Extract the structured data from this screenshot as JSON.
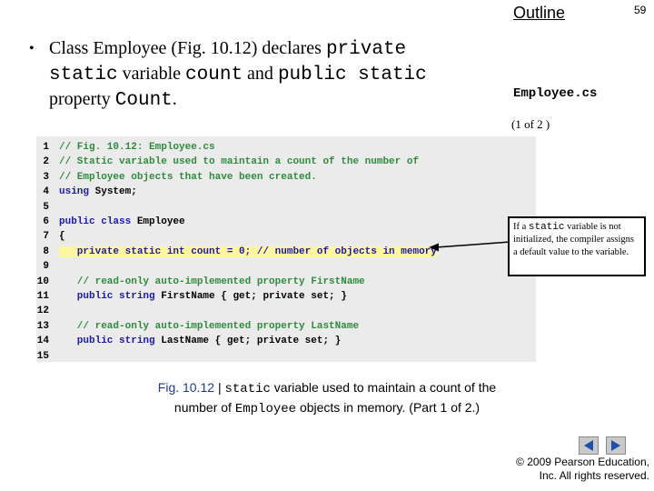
{
  "header": {
    "outline": "Outline",
    "page_number": "59",
    "file_name": "Employee.cs",
    "part": "(1 of 2 )"
  },
  "bullet": {
    "t1": "Class Employee (Fig. 10.12) declares ",
    "m1": "private static",
    "t2": " variable ",
    "m2": "count",
    "t3": " and ",
    "m3": "public static",
    "t4": " property ",
    "m4": "Count",
    "t5": "."
  },
  "code": {
    "lines": [
      {
        "n": "1",
        "text": "// Fig. 10.12: Employee.cs"
      },
      {
        "n": "2",
        "text": "// Static variable used to maintain a count of the number of"
      },
      {
        "n": "3",
        "text": "// Employee objects that have been created."
      },
      {
        "n": "4",
        "kw": "using",
        "rest": " System;"
      },
      {
        "n": "5"
      },
      {
        "n": "6",
        "kw": "public class",
        "rest": " Employee"
      },
      {
        "n": "7",
        "rest": "{"
      },
      {
        "n": "8",
        "hl": "   private static int count = 0; // number of objects in memory"
      },
      {
        "n": "9"
      },
      {
        "n": "10",
        "text": "   // read-only auto-implemented property FirstName"
      },
      {
        "n": "11",
        "kw": "   public string",
        "rest": " FirstName { get; private set; }"
      },
      {
        "n": "12"
      },
      {
        "n": "13",
        "text": "   // read-only auto-implemented property LastName"
      },
      {
        "n": "14",
        "kw": "   public string",
        "rest": " LastName { get; private set; }"
      },
      {
        "n": "15"
      }
    ]
  },
  "callout": {
    "t1": "If a ",
    "m1": "static",
    "t2": " variable is not initialized, the compiler assigns a default value to the variable."
  },
  "caption": {
    "fig": "Fig. 10.12",
    "sep": " | ",
    "m1": "static",
    "t1": " variable used to maintain a count of the number of ",
    "m2": "Employee",
    "t2": " objects in memory. (Part 1 of 2.)"
  },
  "footer": {
    "copyright_line1": "© 2009 Pearson Education,",
    "copyright_line2": "Inc.  All rights reserved."
  },
  "nav": {
    "prev_icon": "triangle-left-icon",
    "next_icon": "triangle-right-icon"
  },
  "colors": {
    "comment": "#2e8b3d",
    "keyword": "#1a1aa6",
    "caption_fig": "#1f3a8a"
  }
}
